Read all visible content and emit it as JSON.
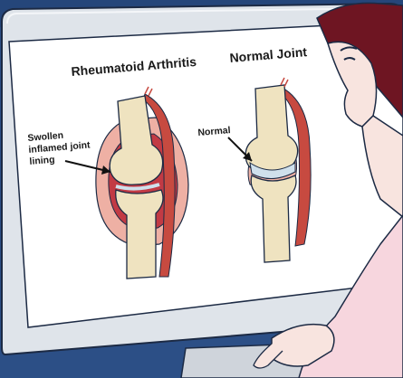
{
  "figure": {
    "title_ra": "Rheumatoid Arthritis",
    "title_normal": "Normal Joint",
    "annotations": {
      "swollen_lines": [
        "Swollen",
        "inflamed joint",
        "lining"
      ],
      "normal": "Normal"
    }
  },
  "colors": {
    "background": "#2c4f86",
    "monitor_bezel": "#dfe4ea",
    "screen": "#ffffff",
    "bone": "#efe3c0",
    "cartilage": "#cfe0ec",
    "inflamed_lining": "#c23a44",
    "synovium_pink": "#eeb0a4",
    "skin": "#f8e4df"
  }
}
